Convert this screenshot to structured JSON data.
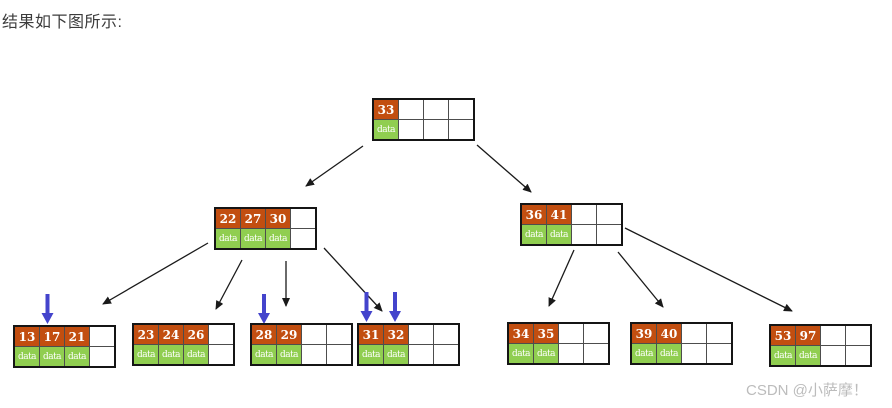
{
  "page": {
    "intro_text": "结果如下图所示:",
    "watermark": "CSDN @小萨摩！"
  },
  "labels": {
    "data": "data"
  },
  "colors": {
    "key_cell_bg": "#c24e10",
    "data_cell_bg": "#90ce50",
    "pointer_arrow": "#4444cc",
    "edge_arrow": "#1a1a1a"
  },
  "tree": {
    "type": "b-tree",
    "root": {
      "keys": [
        "33"
      ],
      "slots": 4
    },
    "internal": [
      {
        "keys": [
          "22",
          "27",
          "30"
        ],
        "slots": 4
      },
      {
        "keys": [
          "36",
          "41"
        ],
        "slots": 4
      }
    ],
    "leaves": [
      {
        "keys": [
          "13",
          "17",
          "21"
        ],
        "slots": 4
      },
      {
        "keys": [
          "23",
          "24",
          "26"
        ],
        "slots": 4
      },
      {
        "keys": [
          "28",
          "29"
        ],
        "slots": 4
      },
      {
        "keys": [
          "31",
          "32"
        ],
        "slots": 4
      },
      {
        "keys": [
          "34",
          "35"
        ],
        "slots": 4
      },
      {
        "keys": [
          "39",
          "40"
        ],
        "slots": 4
      },
      {
        "keys": [
          "53",
          "97"
        ],
        "slots": 4
      }
    ],
    "highlighted_keys": [
      "17",
      "28",
      "31",
      "32"
    ]
  }
}
